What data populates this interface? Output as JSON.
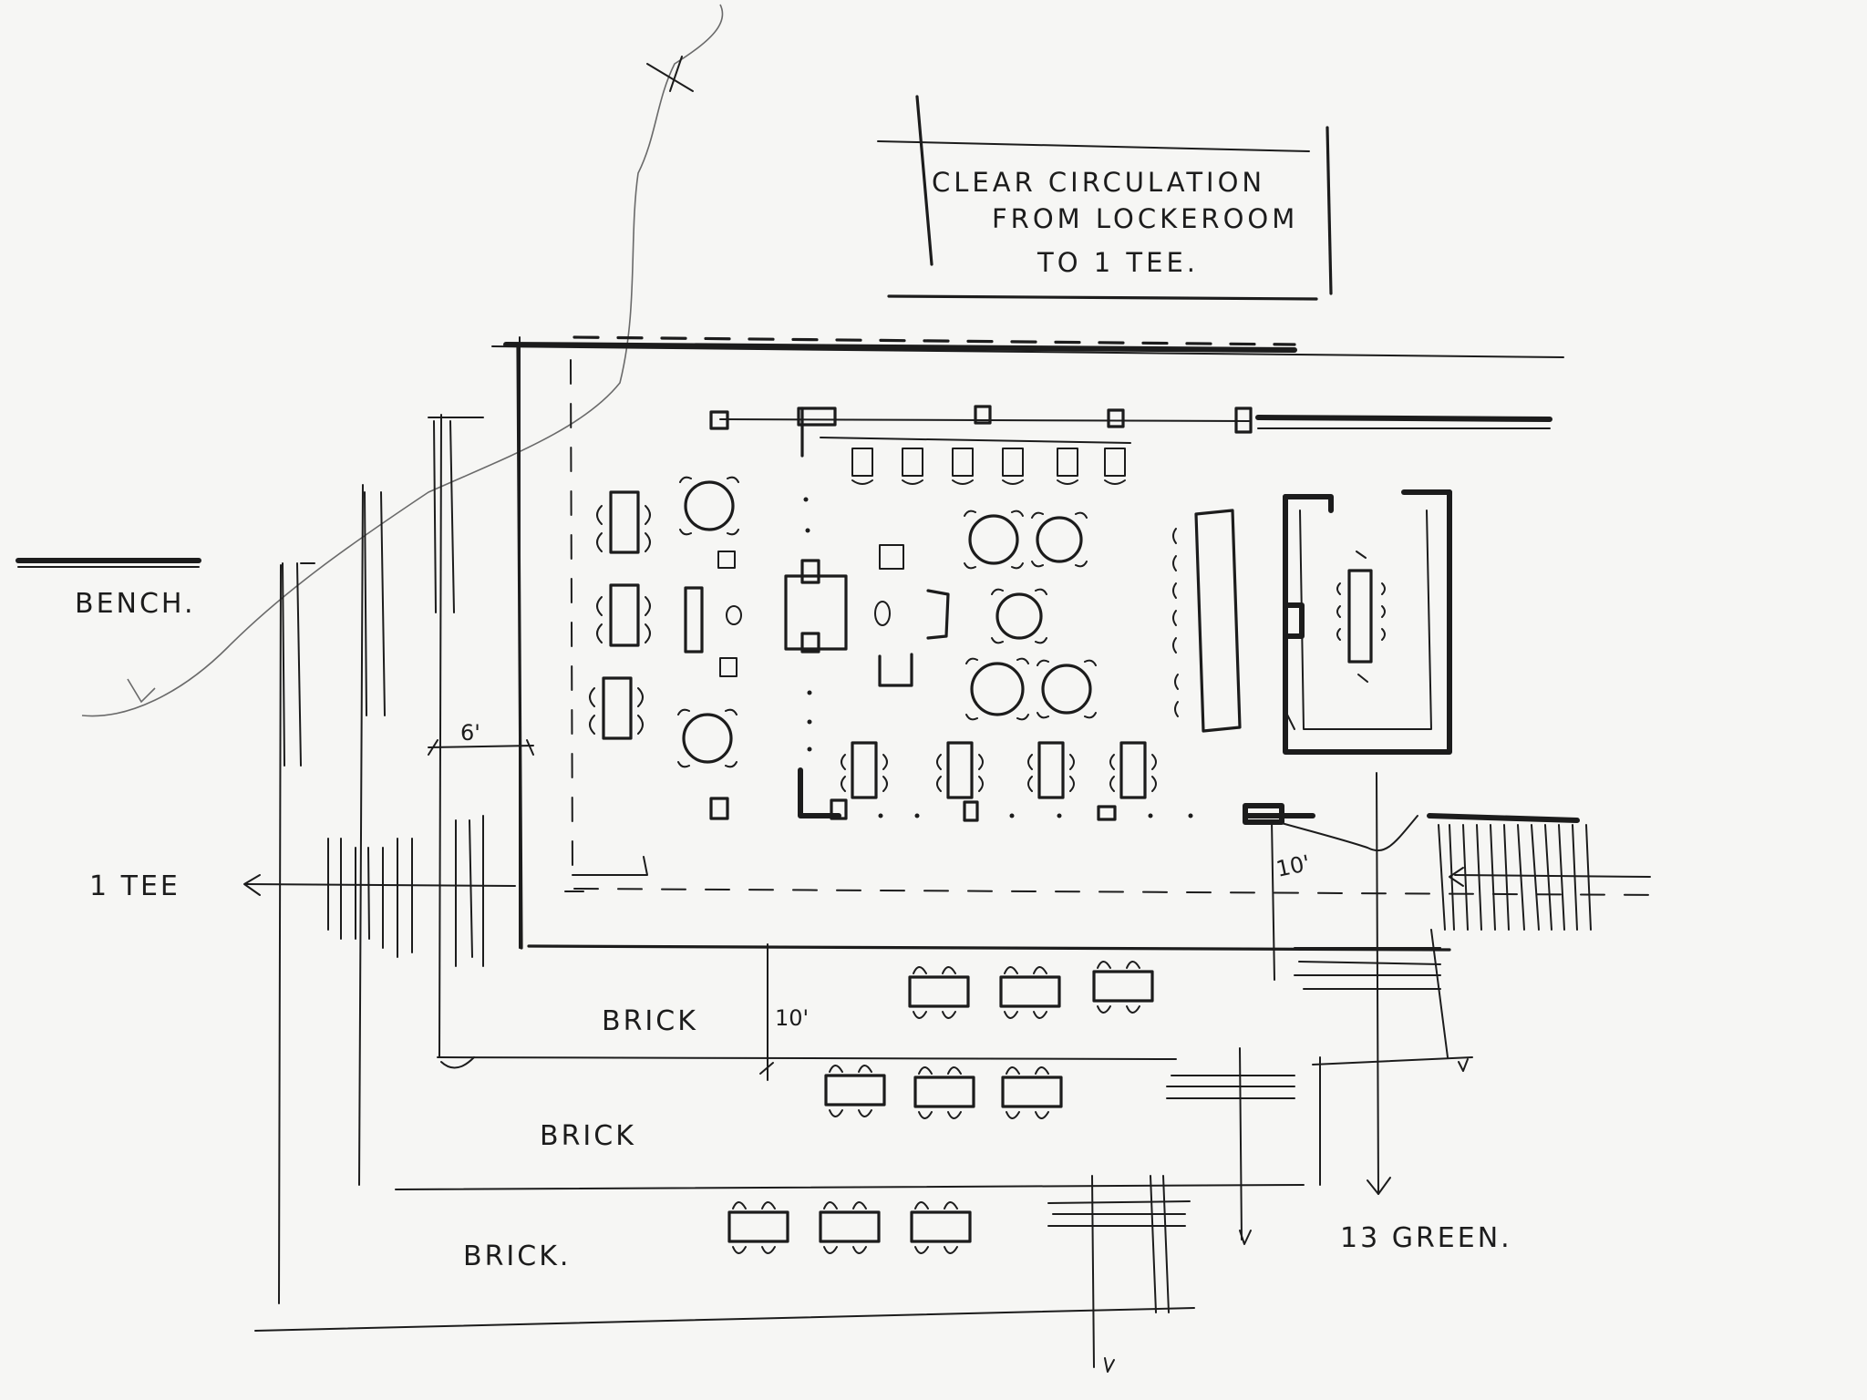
{
  "note": {
    "lines": [
      "CLEAR CIRCULATION",
      "FROM LOCKEROOM",
      "TO 1 TEE."
    ]
  },
  "labels": {
    "bench": "BENCH.",
    "tee": "1 TEE",
    "green": "13 GREEN.",
    "brick_1": "BRICK",
    "brick_2": "BRICK",
    "brick_3": "BRICK."
  },
  "dimensions": {
    "planter_gap": "6'",
    "east_clear": "10'",
    "terrace_depth": "10'"
  }
}
